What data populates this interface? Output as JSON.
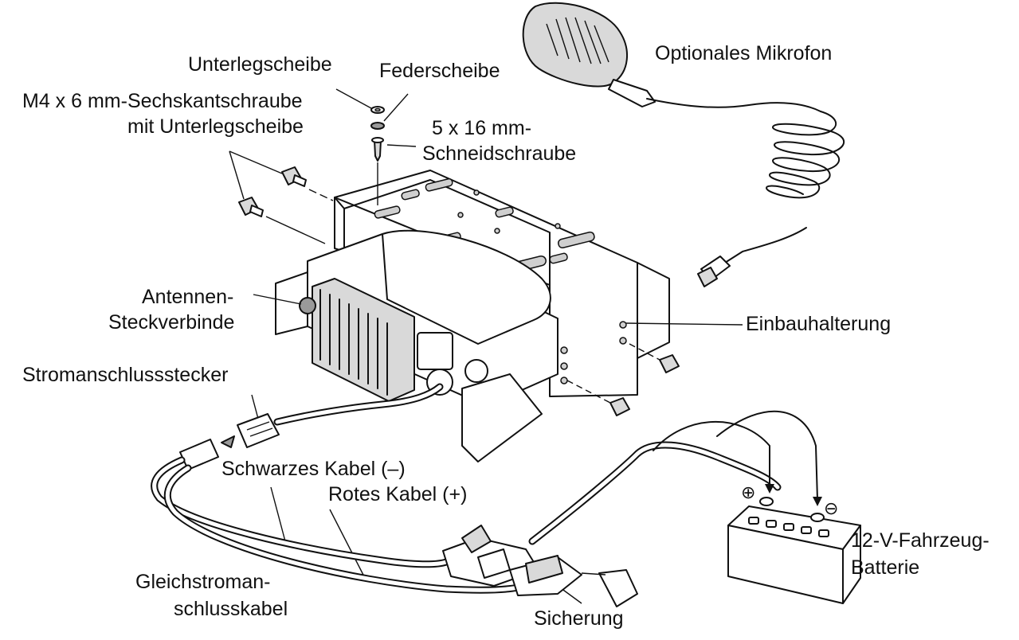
{
  "labels": {
    "optional_microphone": "Optionales Mikrofon",
    "washer": "Unterlegscheibe",
    "spring_washer": "Federscheibe",
    "hex_screw_line1": "M4 x 6 mm-Sechskantschraube",
    "hex_screw_line2": "mit Unterlegscheibe",
    "tapping_screw_line1": "5 x 16 mm-",
    "tapping_screw_line2": "Schneidschraube",
    "antenna_line1": "Antennen-",
    "antenna_line2": "Steckverbinde",
    "mounting_bracket": "Einbauhalterung",
    "power_connector": "Stromanschlussstecker",
    "black_cable": "Schwarzes Kabel (–)",
    "red_cable": "Rotes Kabel (+)",
    "dc_cable_line1": "Gleichstroman-",
    "dc_cable_line2": "schlusskabel",
    "fuse": "Sicherung",
    "battery_line1": "12-V-Fahrzeug-",
    "battery_line2": "Batterie",
    "plus_symbol": "⊕",
    "minus_symbol": "⊖"
  }
}
